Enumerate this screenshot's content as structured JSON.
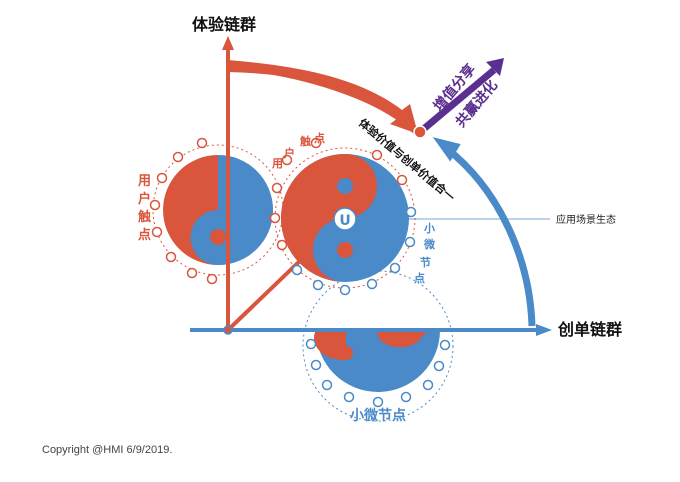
{
  "labels": {
    "y_axis": "体验链群",
    "x_axis": "创单链群",
    "arrow_line1": "增值分享",
    "arrow_line2": "共赢进化",
    "diagonal": "体验价值与创单价值合一",
    "user_touch_left": [
      "用",
      "户",
      "触",
      "点"
    ],
    "user_touch_center": [
      "用",
      "户",
      "触",
      "点"
    ],
    "micro_node_right": [
      "小",
      "微",
      "节",
      "点"
    ],
    "micro_node_bottom": "小微节点",
    "ecosystem": "应用场景生态",
    "center_logo": "U",
    "copyright": "Copyright @HMI   6/9/2019."
  },
  "colors": {
    "red": "#d9553c",
    "blue": "#4a8ac9",
    "purple": "#5b2f8f",
    "text": "#222222"
  },
  "icons": [
    "arrow-up-icon",
    "arrow-right-icon",
    "arrow-up-right-icon",
    "yin-yang-icon",
    "u-logo-icon"
  ]
}
